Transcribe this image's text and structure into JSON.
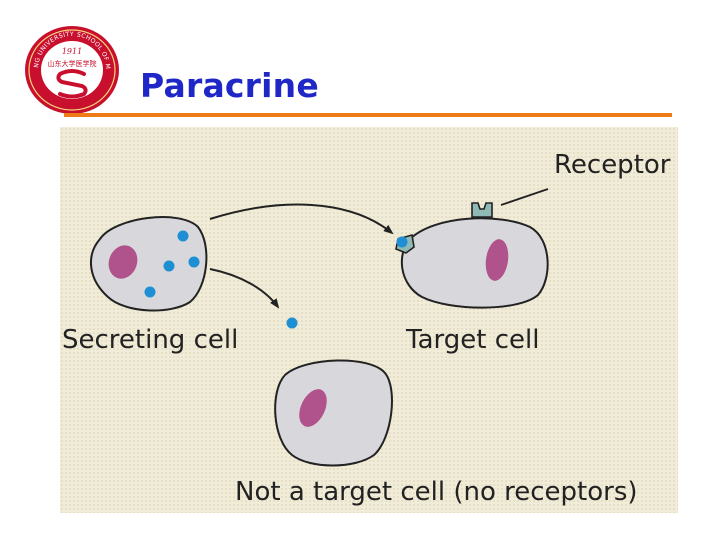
{
  "slide": {
    "title": "Paracrine",
    "title_color": "#1f27c7",
    "rule_color": "#ef7b16"
  },
  "logo": {
    "icon": "university-seal-icon",
    "ring_color": "#c8102e",
    "ring_text": "SHANDONG UNIVERSITY SCHOOL OF MEDICINE",
    "year": "1911",
    "motto": "山东大学医学院"
  },
  "figure": {
    "background": "#f1ecd7",
    "cell_fill": "#d8d8dc",
    "nucleus_fill": "#b0528b",
    "molecule_color": "#1f8fd4",
    "labels": {
      "receptor": "Receptor",
      "secreting_cell": "Secreting cell",
      "target_cell": "Target cell",
      "non_target_cell": "Not a target cell (no receptors)"
    }
  }
}
